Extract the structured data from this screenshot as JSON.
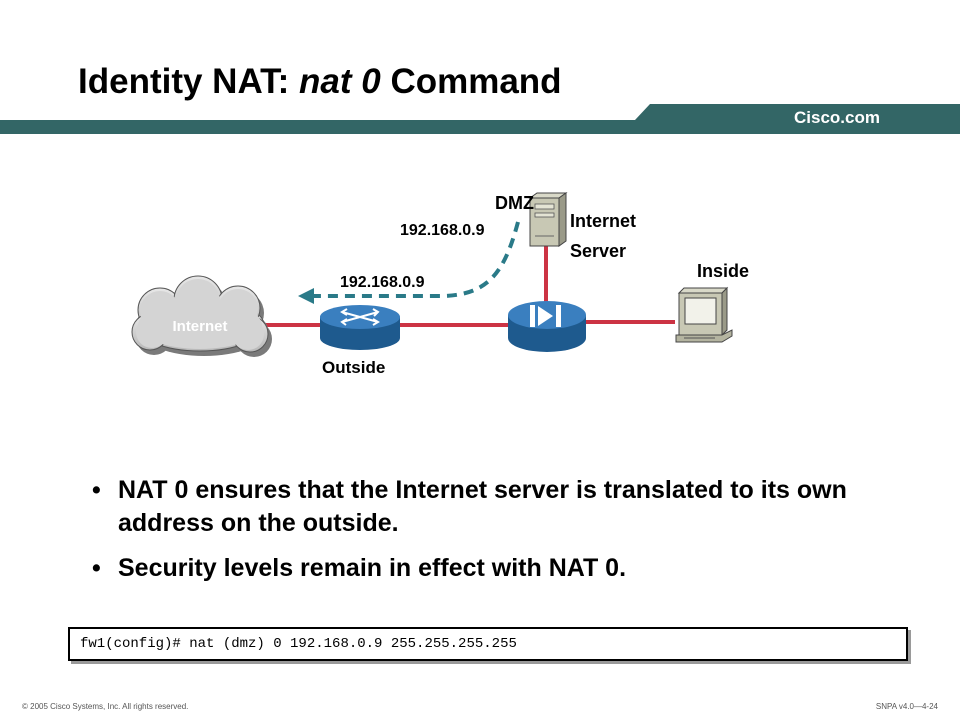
{
  "title": {
    "main": "Identity NAT: ",
    "italic": "nat 0",
    "suffix": " Command"
  },
  "header": {
    "logo": "Cisco.com",
    "band_color": "#336666"
  },
  "diagram": {
    "cloud_label": "Internet",
    "outside_label": "Outside",
    "inside_label": "Inside",
    "dmz_label": "DMZ",
    "dmz_ip": "192.168.0.9",
    "server_label_1": "Internet",
    "server_label_2": "Server",
    "translated_ip": "192.168.0.9",
    "link_color": "#cc3344",
    "device_color": "#2a6aa8",
    "arrow_color": "#2a7a88",
    "icons": [
      "cloud-icon",
      "router-icon",
      "firewall-icon",
      "server-icon",
      "pc-icon"
    ]
  },
  "bullets": [
    "NAT 0 ensures that the Internet server is translated to its own address on the outside.",
    "Security levels remain in effect with NAT 0."
  ],
  "bullet_marker": "•",
  "command": "fw1(config)# nat (dmz) 0 192.168.0.9 255.255.255.255",
  "footer": {
    "copyright": "© 2005 Cisco Systems, Inc. All rights reserved.",
    "course": "SNPA v4.0—4-24"
  }
}
